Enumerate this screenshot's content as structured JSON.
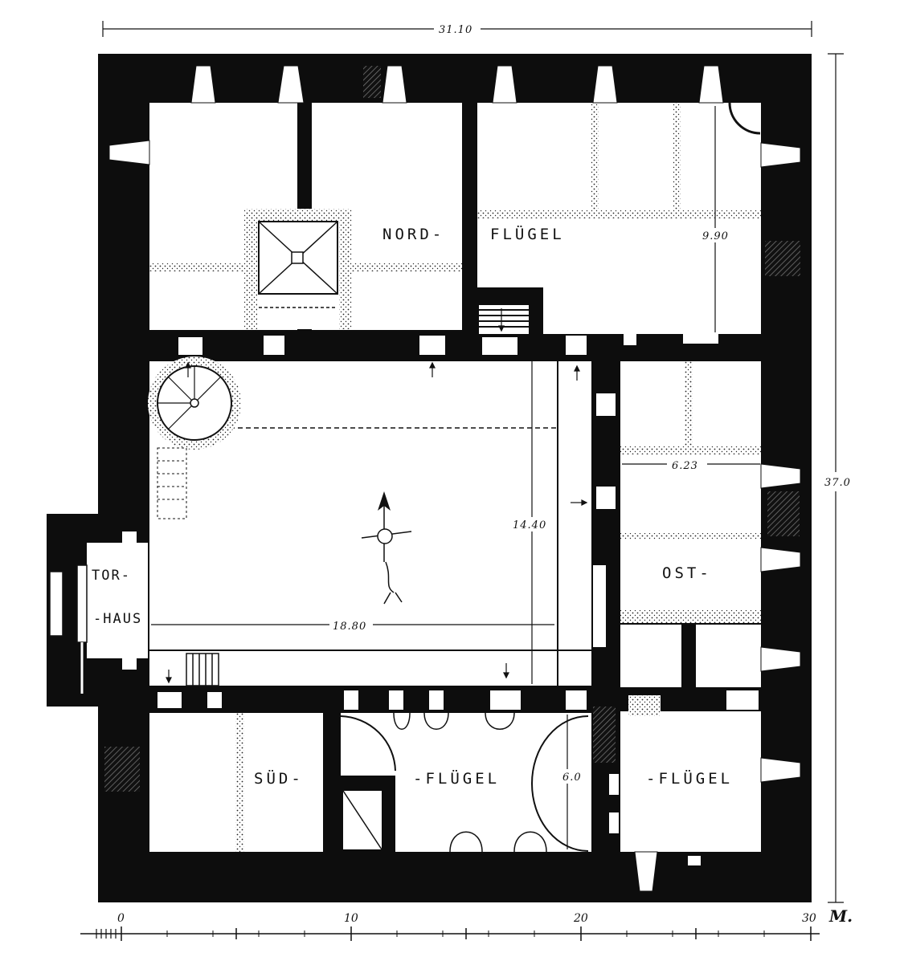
{
  "labels": {
    "nord": "NORD-",
    "nord_fluegel": "FLÜGEL",
    "ost": "OST-",
    "ost_fluegel": "-FLÜGEL",
    "sued": "SÜD-",
    "sued_fluegel": "-FLÜGEL",
    "tor": "TOR-",
    "haus": "-HAUS"
  },
  "dimensions": {
    "total_width": "31.10",
    "total_height": "37.0",
    "north_wing_depth": "9.90",
    "court_height": "14.40",
    "court_width": "18.80",
    "east_wing_width": "6.23",
    "south_hall": "6.0"
  },
  "scale": {
    "ticks": [
      "0",
      "10",
      "20",
      "30"
    ],
    "unit": "M."
  }
}
